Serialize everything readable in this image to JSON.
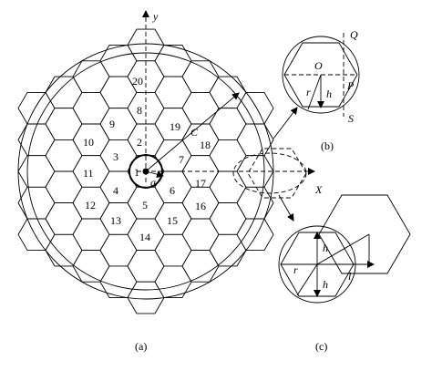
{
  "hex_numbers": [
    "1",
    "2",
    "3",
    "4",
    "5",
    "6",
    "7",
    "8",
    "9",
    "10",
    "11",
    "12",
    "13",
    "14",
    "15",
    "16",
    "17",
    "18",
    "19",
    "20"
  ],
  "axes": {
    "x": "X",
    "y": "y"
  },
  "main_labels": {
    "c": "C",
    "a": "a"
  },
  "inset_b_labels": {
    "q": "Q",
    "o": "O",
    "p": "P",
    "r": "r",
    "h": "h",
    "s": "S"
  },
  "inset_c_labels": {
    "h_top": "h",
    "h_bottom": "h",
    "r": "r",
    "l": "l"
  },
  "captions": {
    "a": "(a)",
    "b": "(b)",
    "c": "(c)"
  }
}
